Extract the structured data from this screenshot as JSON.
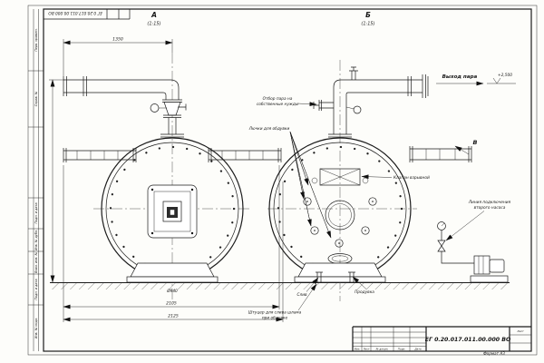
{
  "document": {
    "code": "ЕГ 0.20.017.011.00.000 ВО",
    "format_note": "Формат А3"
  },
  "views": {
    "a_label": "А",
    "a_scale": "(1:15)",
    "b_label": "Б",
    "b_scale": "(1:15)",
    "v_label": "В"
  },
  "callouts": {
    "steam_outlet": "Выход пара",
    "elevation": "+2,500",
    "own_needs_line1": "Отбор пара на",
    "own_needs_line2": "собственные нужды",
    "blow_hatches": "Лючки для обдувки",
    "explosion_valve": "Клапан взрывной",
    "pump_line1": "Линия подключения",
    "pump_line2": "второго насоса",
    "drain": "Слив",
    "blowdown": "Продувка",
    "sludge_line1": "Штуцер для слива шлама",
    "sludge_line2": "при обдувке"
  },
  "dimensions": {
    "top_width": "1350",
    "diameter": "Ø940",
    "bottom_width_1": "2105",
    "bottom_width_2": "2125"
  },
  "frame": {
    "left_labels": [
      "Перв. примен.",
      "Справ. №",
      "Подп. и дата",
      "Инв. № дубл.",
      "Взам. инв. №",
      "Подп. и дата",
      "Инв. № подл."
    ]
  },
  "titleblock": {
    "columns": [
      "Изм.",
      "Лист",
      "№ докум.",
      "Подп.",
      "Дата"
    ],
    "sheet_label": "Лист"
  }
}
